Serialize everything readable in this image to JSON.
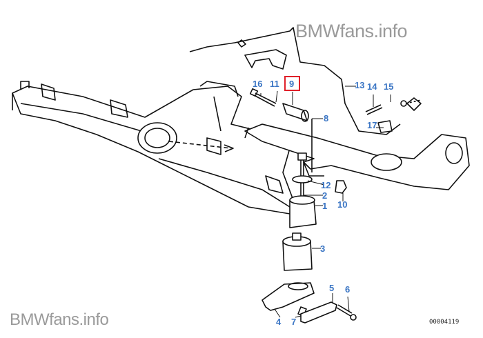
{
  "watermark_top": "BMWfans.info",
  "watermark_bottom": "BMWfans.info",
  "diagram_code": "00004119",
  "highlight_color": "#e0202a",
  "label_color": "#3a75c4",
  "selected_part": "9",
  "part_labels": {
    "p1": "1",
    "p2": "2",
    "p3": "3",
    "p4": "4",
    "p5": "5",
    "p6": "6",
    "p7": "7",
    "p8": "8",
    "p9": "9",
    "p10": "10",
    "p11": "11",
    "p12": "12",
    "p13": "13",
    "p14": "14",
    "p15": "15",
    "p16": "16",
    "p17": "17"
  }
}
